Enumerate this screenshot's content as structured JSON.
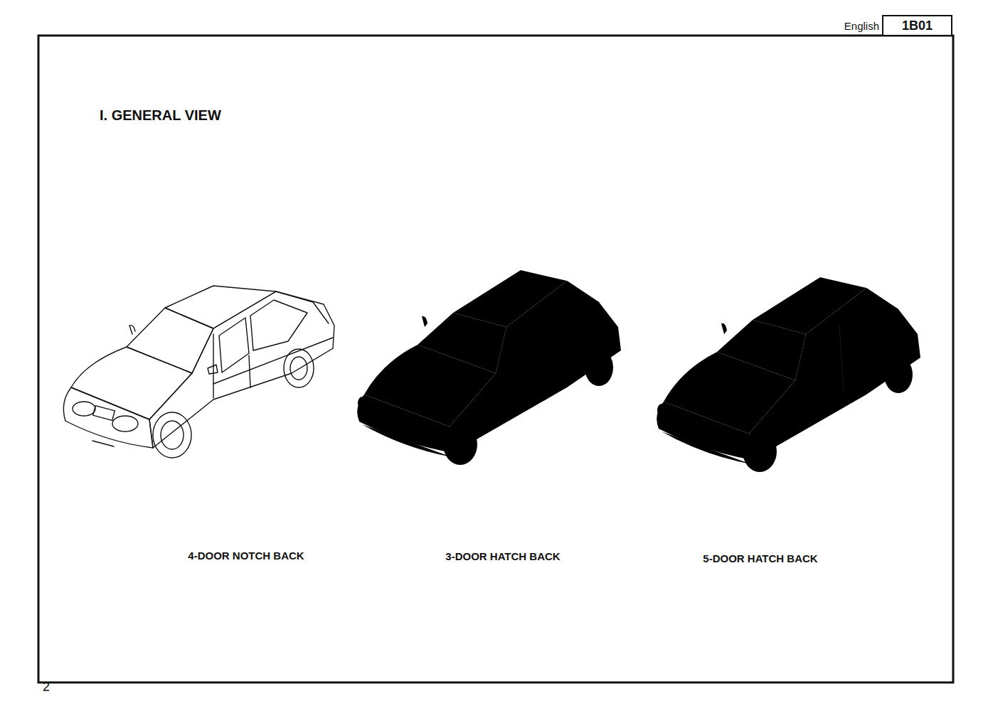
{
  "diagram": {
    "title": "I.  GENERAL VIEW",
    "nodes": [
      {
        "text": [
          "1B01"
        ]
      }
    ],
    "labels": [
      "English",
      "4-DOOR NOTCH BACK",
      "3-DOOR HATCH BACK",
      "5-DOOR HATCH BACK",
      "2"
    ]
  }
}
